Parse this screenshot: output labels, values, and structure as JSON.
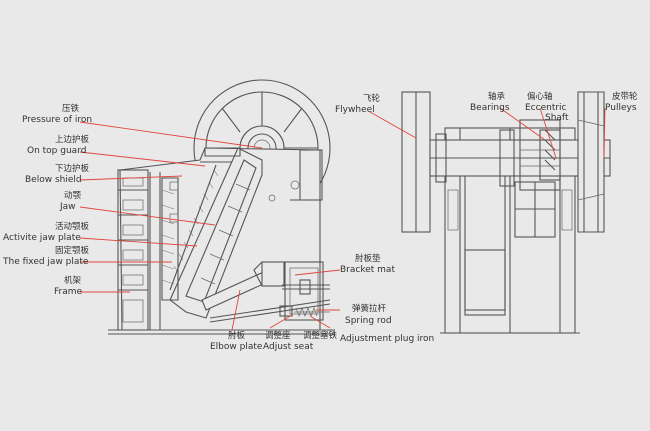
{
  "labels": {
    "pressure_zh": "压铁",
    "pressure_en": "Pressure of iron",
    "top_guard_zh": "上边护板",
    "top_guard_en": "On top guard",
    "below_shield_zh": "下边护板",
    "below_shield_en": "Below shield",
    "jaw_zh": "动颚",
    "jaw_en": "Jaw",
    "active_plate_zh": "活动颚板",
    "active_plate_en": "Activite jaw plate",
    "fixed_plate_zh": "固定颚板",
    "fixed_plate_en": "The fixed jaw plate",
    "frame_zh": "机架",
    "frame_en": "Frame",
    "flywheel_zh": "飞轮",
    "flywheel_en": "Flywheel",
    "bearings_zh": "轴承",
    "bearings_en": "Bearings",
    "eccentric_zh": "偏心轴",
    "eccentric_en1": "Eccentric",
    "eccentric_en2": "Shaft",
    "pulleys_zh": "皮带轮",
    "pulleys_en": "Pulleys",
    "bracket_zh": "肘板垫",
    "bracket_en": "Bracket mat",
    "spring_zh": "弹簧拉杆",
    "spring_en": "Spring rod",
    "elbow_zh": "肘板",
    "elbow_en": "Elbow plate",
    "adjust_seat_zh": "调整座",
    "adjust_seat_en": "Adjust seat",
    "adjust_iron_zh": "调整塞铁",
    "adjust_iron_en": "Adjustment plug iron"
  },
  "colors": {
    "leader": "#e0483e",
    "line": "#555555",
    "background": "#e9e9e9"
  }
}
